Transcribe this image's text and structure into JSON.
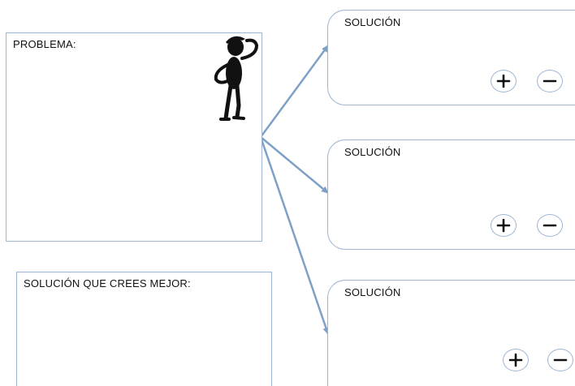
{
  "problem": {
    "label": "PROBLEMA:"
  },
  "best_solution": {
    "label": "SOLUCIÓN QUE  CREES MEJOR:"
  },
  "solutions": [
    {
      "label": "SOLUCIÓN",
      "plus_icon": "plus-icon",
      "minus_icon": "minus-icon"
    },
    {
      "label": "SOLUCIÓN",
      "plus_icon": "plus-icon",
      "minus_icon": "minus-icon"
    },
    {
      "label": "SOLUCIÓN",
      "plus_icon": "plus-icon",
      "minus_icon": "minus-icon"
    }
  ],
  "figure_icon": "thinking-person-icon",
  "colors": {
    "border": "#9db5d3",
    "arrow": "#7fa0c6",
    "text": "#111111"
  }
}
